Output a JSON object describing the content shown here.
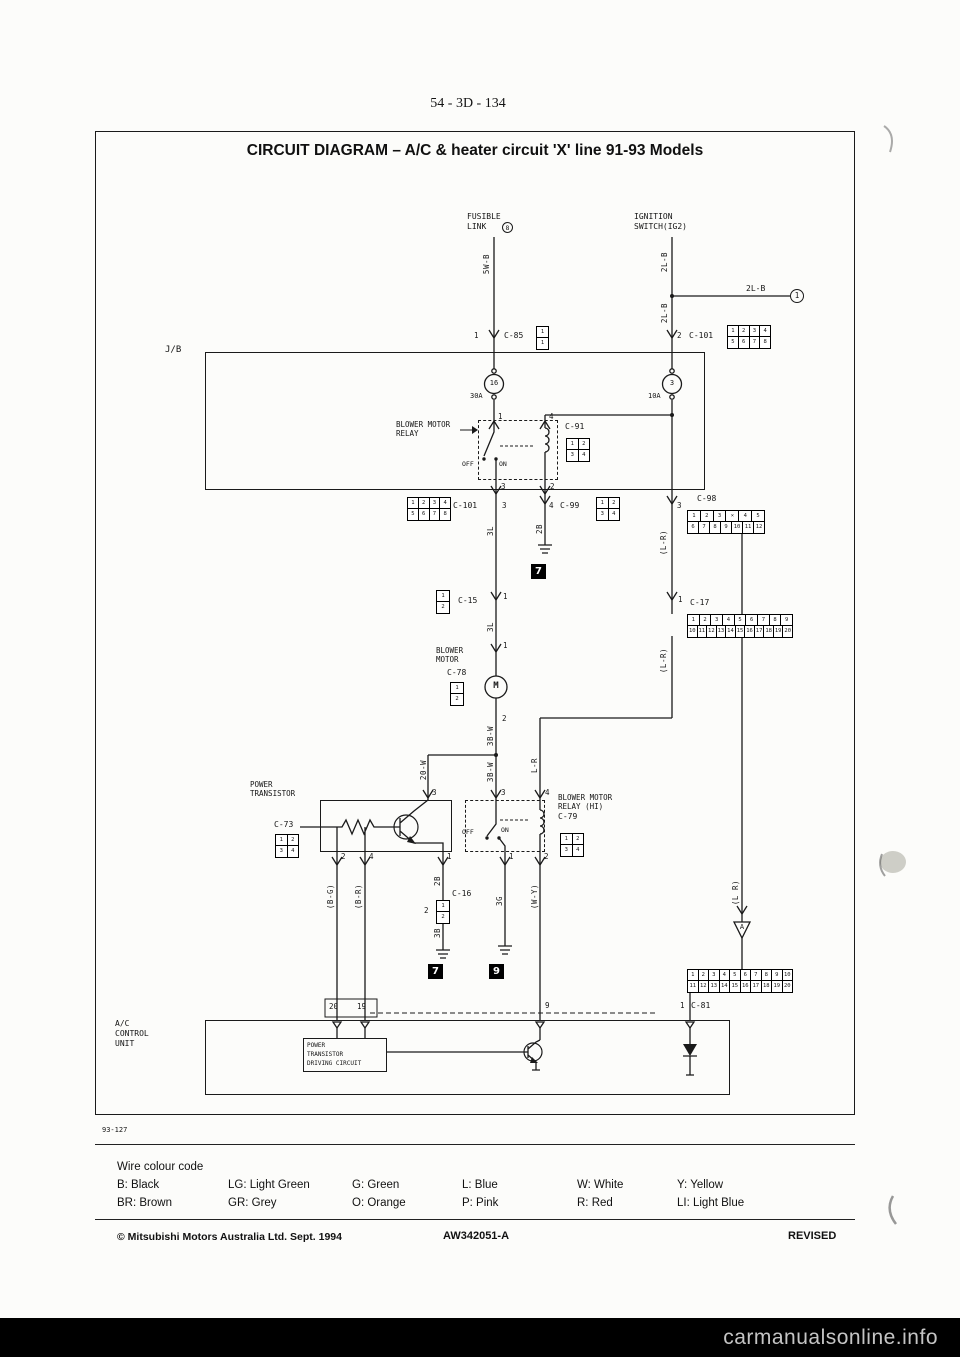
{
  "colors": {
    "ink": "#1a1a1a",
    "paper": "#fcfcfa",
    "watermark_bar": "#000000",
    "watermark_text": "#c4c4c4"
  },
  "page": {
    "number": "54 - 3D - 134",
    "figure_ref": "93-127",
    "footer": {
      "copyright": "© Mitsubishi Motors Australia Ltd. Sept. 1994",
      "doc_number": "AW342051-A",
      "status": "REVISED"
    },
    "watermark": "carmanualsonline.info"
  },
  "diagram": {
    "title": "CIRCUIT DIAGRAM – A/C & heater circuit 'X' line 91-93 Models",
    "jb_label": "J/B",
    "acu_label": "A/C\nCONTROL\nUNIT",
    "driving_circuit": "POWER\nTRANSISTOR\nDRIVING CIRCUIT",
    "page_arrow": "A",
    "circled_terminal": "1",
    "power_source": {
      "fusible_link": "FUSIBLE\nLINK",
      "fusible_link_id": "8",
      "ignition": "IGNITION\nSWITCH(IG2)"
    },
    "fuses": {
      "f1_no": "16",
      "f1_amp": "30A",
      "f2_no": "3",
      "f2_amp": "10A"
    },
    "relay_blower": {
      "label": "BLOWER MOTOR\nRELAY",
      "connector": "C-91",
      "off": "OFF",
      "on": "ON"
    },
    "relay_hi": {
      "label": "BLOWER MOTOR\nRELAY (HI)",
      "connector": "C-79",
      "off": "OFF",
      "on": "ON"
    },
    "blower_motor": {
      "label": "BLOWER\nMOTOR",
      "connector": "C-78",
      "symbol": "M"
    },
    "power_transistor": {
      "label": "POWER\nTRANSISTOR",
      "connector": "C-73"
    },
    "ground_points": {
      "g7": "7",
      "g9": "9"
    },
    "pins": {
      "p1": "1",
      "p2": "2",
      "p3": "3",
      "p4": "4",
      "p9": "9",
      "p19": "19",
      "p20": "20"
    },
    "wire_labels": {
      "w5wb": "5W-B",
      "w2lb": "2L-B",
      "w2lb_branch": "2L-B",
      "w3l": "3L",
      "w2b": "2B",
      "w3b": "3B",
      "w3g": "3G",
      "w20w": "20-W",
      "w3bw": "3B-W",
      "wlr": "L-R",
      "wlr_p": "(L-R)",
      "wlr_p2": "(L R)",
      "wbg": "(B-G)",
      "wbr": "(B-R)",
      "wwy": "(W-Y)"
    },
    "connectors": {
      "c85": {
        "name": "C-85",
        "pin": "1",
        "rows": [
          [
            "1"
          ],
          [
            "1"
          ]
        ]
      },
      "c101": {
        "name": "C-101",
        "rows": [
          [
            "1",
            "2",
            "3",
            "4"
          ],
          [
            "5",
            "6",
            "7",
            "8"
          ]
        ]
      },
      "c91": {
        "rows": [
          [
            "1",
            "2"
          ],
          [
            "3",
            "4"
          ]
        ]
      },
      "c99": {
        "name": "C-99",
        "rows": [
          [
            "1",
            "2"
          ],
          [
            "3",
            "4"
          ]
        ]
      },
      "c98": {
        "name": "C-98",
        "rows": [
          [
            "1",
            "2",
            "3",
            "×",
            "4",
            "5"
          ],
          [
            "6",
            "7",
            "8",
            "9",
            "10",
            "11",
            "12"
          ]
        ]
      },
      "c15": {
        "name": "C-15",
        "rows": [
          [
            "1"
          ],
          [
            "2"
          ]
        ]
      },
      "c17": {
        "name": "C-17",
        "pin": "1",
        "rows": [
          [
            "1",
            "2",
            "3",
            "4",
            "5",
            "6",
            "7",
            "8",
            "9"
          ],
          [
            "10",
            "11",
            "12",
            "13",
            "14",
            "15",
            "16",
            "17",
            "18",
            "19",
            "20"
          ]
        ]
      },
      "c78": {
        "rows": [
          [
            "1"
          ],
          [
            "2"
          ]
        ]
      },
      "c73": {
        "rows": [
          [
            "1",
            "2"
          ],
          [
            "3",
            "4"
          ]
        ]
      },
      "c79": {
        "rows": [
          [
            "1",
            "2"
          ],
          [
            "3",
            "4"
          ]
        ]
      },
      "c16": {
        "name": "C-16",
        "pin": "2",
        "rows": [
          [
            "1"
          ],
          [
            "2"
          ]
        ]
      },
      "c81": {
        "name": "C-81",
        "pin": "1",
        "rows": [
          [
            "1",
            "2",
            "3",
            "4",
            "5",
            "6",
            "7",
            "8",
            "9",
            "10"
          ],
          [
            "11",
            "12",
            "13",
            "14",
            "15",
            "16",
            "17",
            "18",
            "19",
            "20"
          ]
        ]
      }
    }
  },
  "wire_colour_code": {
    "title": "Wire colour code",
    "rows": [
      [
        "B: Black",
        "LG: Light Green",
        "G: Green",
        "L: Blue",
        "W: White",
        "Y: Yellow"
      ],
      [
        "BR: Brown",
        "GR: Grey",
        "O: Orange",
        "P: Pink",
        "R: Red",
        "LI: Light Blue"
      ]
    ]
  }
}
